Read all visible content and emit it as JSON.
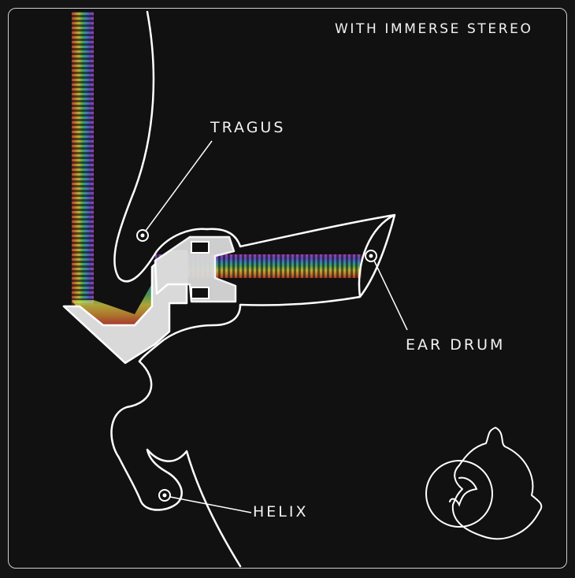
{
  "header": {
    "title": "WITH IMMERSE STEREO"
  },
  "labels": {
    "tragus": "TRAGUS",
    "ear_drum": "EAR DRUM",
    "helix": "HELIX"
  },
  "colors": {
    "background": "#111111",
    "outline": "#ffffff",
    "earbud_fill": "#d9d9d9",
    "rainbow": [
      "#e6463c",
      "#f0a23a",
      "#f2e24a",
      "#5fd06a",
      "#45a6e8",
      "#7b5ce6",
      "#c255d8"
    ]
  },
  "icons": [
    "head-orientation-icon"
  ]
}
